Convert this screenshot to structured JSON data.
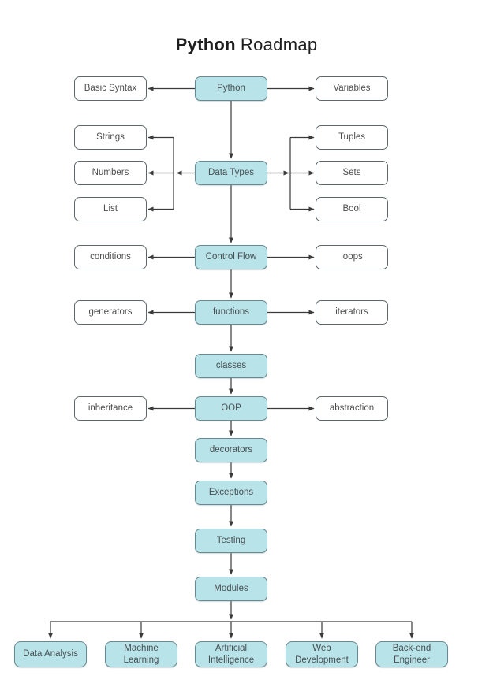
{
  "title": {
    "bold": "Python",
    "rest": "Roadmap"
  },
  "palette": {
    "node_fill": "#b7e3e9",
    "node_border": "#69888f",
    "white_fill": "#ffffff",
    "white_border": "#5e686b",
    "line": "#3a3a3a",
    "text": "#474f52",
    "background": "#ffffff"
  },
  "nodes": {
    "python": "Python",
    "basic_syntax": "Basic Syntax",
    "variables": "Variables",
    "data_types": "Data Types",
    "strings": "Strings",
    "numbers": "Numbers",
    "list": "List",
    "tuples": "Tuples",
    "sets": "Sets",
    "bool": "Bool",
    "control_flow": "Control Flow",
    "conditions": "conditions",
    "loops": "loops",
    "functions": "functions",
    "generators": "generators",
    "iterators": "iterators",
    "classes": "classes",
    "oop": "OOP",
    "inheritance": "inheritance",
    "abstraction": "abstraction",
    "decorators": "decorators",
    "exceptions": "Exceptions",
    "testing": "Testing",
    "modules": "Modules",
    "data_analysis": "Data Analysis",
    "machine_learning": "Machine Learning",
    "artificial_intelligence": "Artificial Intelligence",
    "web_development": "Web Development",
    "backend_engineer": "Back-end Engineer"
  },
  "edges": [
    {
      "from": "Python",
      "to": "Basic Syntax"
    },
    {
      "from": "Python",
      "to": "Variables"
    },
    {
      "from": "Python",
      "to": "Data Types"
    },
    {
      "from": "Data Types",
      "to": "Strings"
    },
    {
      "from": "Data Types",
      "to": "Numbers"
    },
    {
      "from": "Data Types",
      "to": "List"
    },
    {
      "from": "Data Types",
      "to": "Tuples"
    },
    {
      "from": "Data Types",
      "to": "Sets"
    },
    {
      "from": "Data Types",
      "to": "Bool"
    },
    {
      "from": "Data Types",
      "to": "Control Flow"
    },
    {
      "from": "Control Flow",
      "to": "conditions"
    },
    {
      "from": "Control Flow",
      "to": "loops"
    },
    {
      "from": "Control Flow",
      "to": "functions"
    },
    {
      "from": "functions",
      "to": "generators"
    },
    {
      "from": "functions",
      "to": "iterators"
    },
    {
      "from": "functions",
      "to": "classes"
    },
    {
      "from": "classes",
      "to": "OOP"
    },
    {
      "from": "OOP",
      "to": "inheritance"
    },
    {
      "from": "OOP",
      "to": "abstraction"
    },
    {
      "from": "OOP",
      "to": "decorators"
    },
    {
      "from": "decorators",
      "to": "Exceptions"
    },
    {
      "from": "Exceptions",
      "to": "Testing"
    },
    {
      "from": "Testing",
      "to": "Modules"
    },
    {
      "from": "Modules",
      "to": "Data Analysis"
    },
    {
      "from": "Modules",
      "to": "Machine Learning"
    },
    {
      "from": "Modules",
      "to": "Artificial Intelligence"
    },
    {
      "from": "Modules",
      "to": "Web Development"
    },
    {
      "from": "Modules",
      "to": "Back-end Engineer"
    }
  ]
}
